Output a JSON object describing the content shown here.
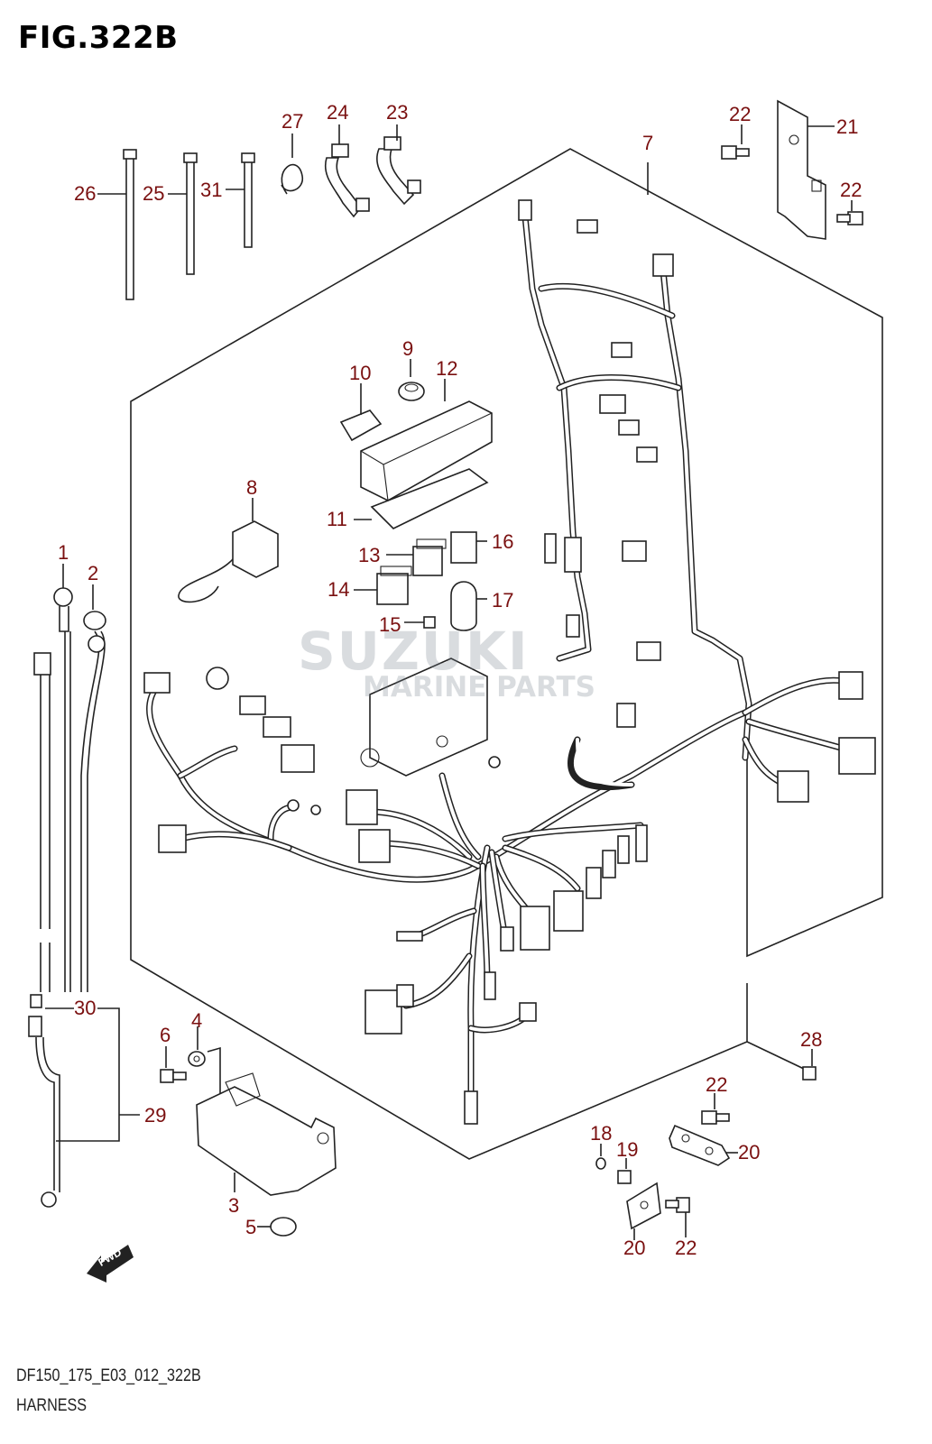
{
  "figure": {
    "title": "FIG.322B",
    "code": "DF150_175_E03_012_322B",
    "name": "HARNESS"
  },
  "watermark": {
    "brand": "SUZUKI",
    "subtitle": "MARINE PARTS"
  },
  "fwd_label": "FWD",
  "colors": {
    "callout": "#7a1010",
    "line": "#222222",
    "background": "#ffffff"
  },
  "callouts": {
    "c1": "1",
    "c2": "2",
    "c3": "3",
    "c4": "4",
    "c5": "5",
    "c6": "6",
    "c7": "7",
    "c8": "8",
    "c9": "9",
    "c10": "10",
    "c11": "11",
    "c12": "12",
    "c13": "13",
    "c14": "14",
    "c15": "15",
    "c16": "16",
    "c17": "17",
    "c18": "18",
    "c19": "19",
    "c20a": "20",
    "c20b": "20",
    "c21": "21",
    "c22a": "22",
    "c22b": "22",
    "c22c": "22",
    "c22d": "22",
    "c23": "23",
    "c24": "24",
    "c25": "25",
    "c26": "26",
    "c27": "27",
    "c28": "28",
    "c29": "29",
    "c30": "30",
    "c31": "31"
  }
}
